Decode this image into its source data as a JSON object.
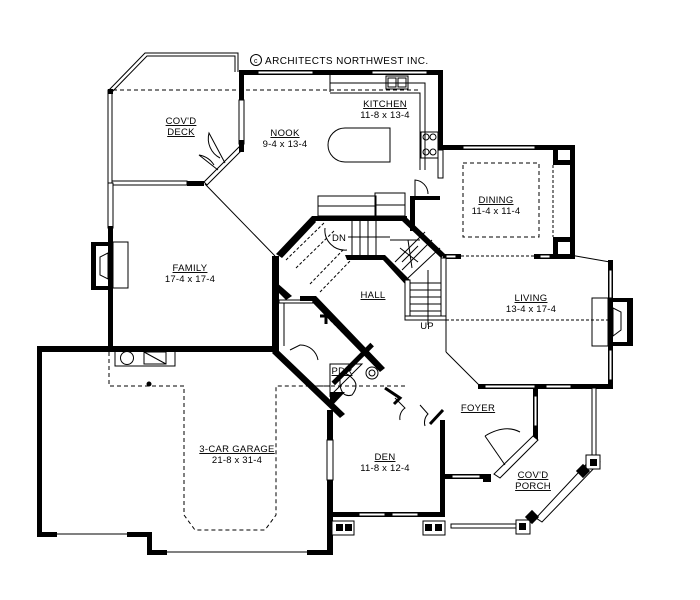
{
  "credit": {
    "symbol": "c",
    "text": "ARCHITECTS NORTHWEST INC."
  },
  "rooms": {
    "deck": {
      "name_line1": "COV'D",
      "name_line2": "DECK"
    },
    "nook": {
      "name": "NOOK",
      "dims": "9-4 x 13-4"
    },
    "kitchen": {
      "name": "KITCHEN",
      "dims": "11-8 x 13-4"
    },
    "dining": {
      "name": "DINING",
      "dims": "11-4 x 11-4"
    },
    "family": {
      "name": "FAMILY",
      "dims": "17-4 x 17-4"
    },
    "hall": {
      "name": "HALL"
    },
    "living": {
      "name": "LIVING",
      "dims": "13-4 x 17-4"
    },
    "pdr": {
      "name": "PDR"
    },
    "foyer": {
      "name": "FOYER"
    },
    "garage": {
      "name": "3-CAR GARAGE",
      "dims": "21-8 x 31-4"
    },
    "den": {
      "name": "DEN",
      "dims": "11-8 x 12-4"
    },
    "porch": {
      "name_line1": "COV'D",
      "name_line2": "PORCH"
    }
  },
  "stairs": {
    "down_label": "DN",
    "up_label": "UP"
  },
  "colors": {
    "line": "#000000",
    "background": "#ffffff"
  }
}
